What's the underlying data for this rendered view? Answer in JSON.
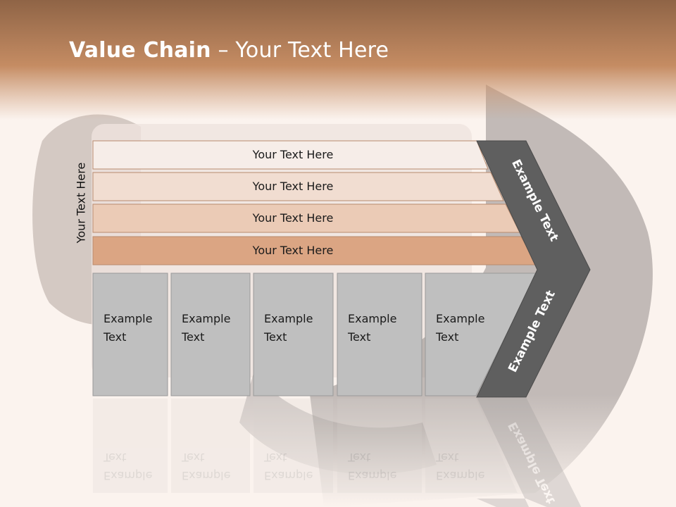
{
  "title": {
    "bold": "Value Chain",
    "rest": " – Your Text Here"
  },
  "side_label": "Your Text Here",
  "support_rows": [
    {
      "label": "Your Text Here",
      "fill": "#f6ede8"
    },
    {
      "label": "Your Text Here",
      "fill": "#f1ddd1"
    },
    {
      "label": "Your Text Here",
      "fill": "#ebcbb6"
    },
    {
      "label": "Your Text Here",
      "fill": "#dba583"
    }
  ],
  "primary_boxes": [
    {
      "line1": "Example",
      "line2": "Text"
    },
    {
      "line1": "Example",
      "line2": "Text"
    },
    {
      "line1": "Example",
      "line2": "Text"
    },
    {
      "line1": "Example",
      "line2": "Text"
    },
    {
      "line1": "Example",
      "line2": "Text"
    }
  ],
  "chevron": {
    "upper_text": "Example Text",
    "lower_text": "Example Text"
  },
  "colors": {
    "header_brown": "#c28a63",
    "box_gray": "#bfbfbf",
    "chevron_gray": "#5f5f5f"
  }
}
